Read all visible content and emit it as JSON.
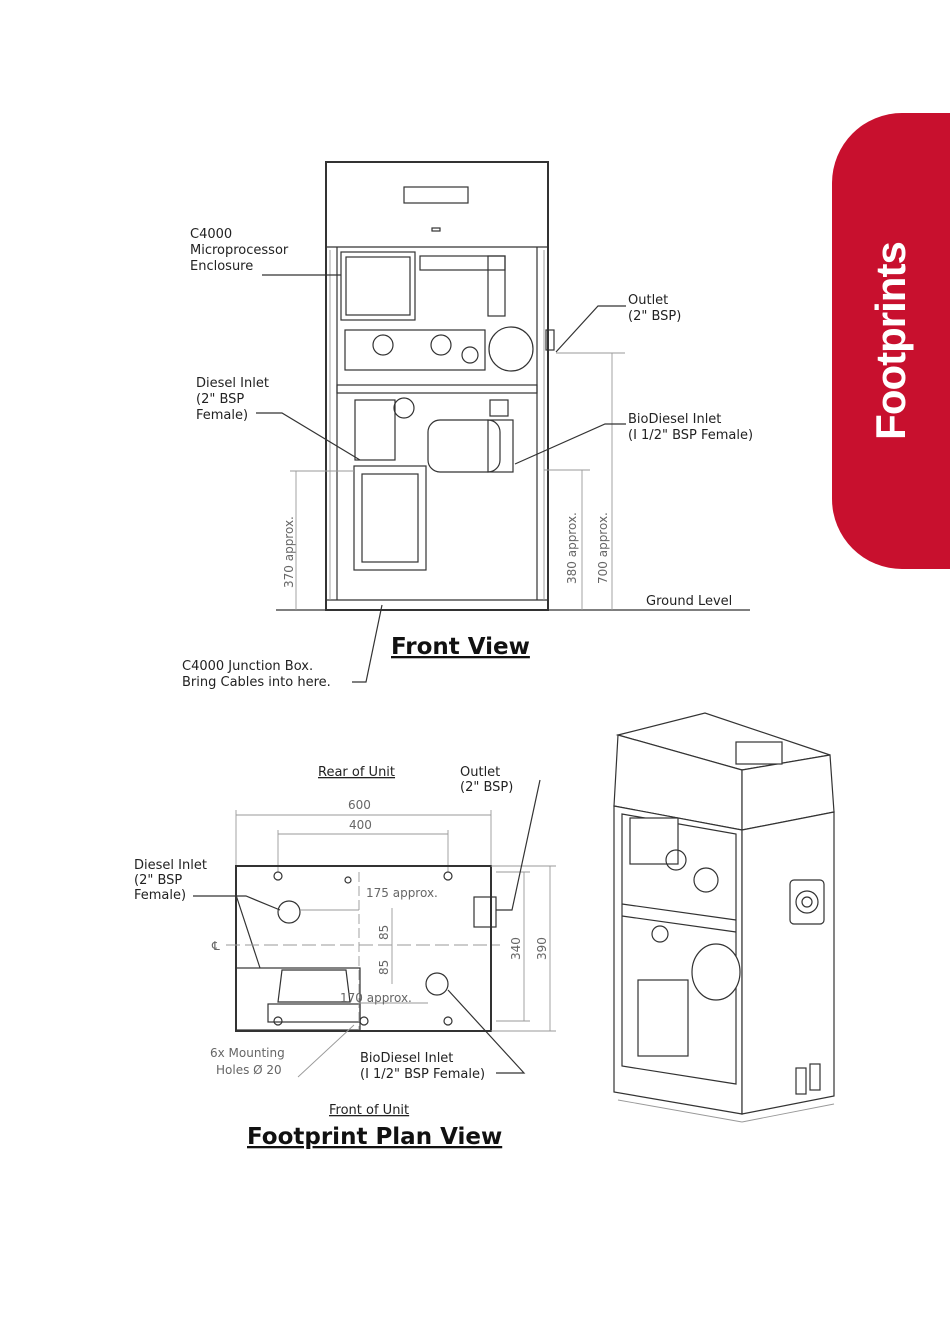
{
  "tab": {
    "label": "Footprints",
    "color": "#c8102e"
  },
  "front_view": {
    "title": "Front View",
    "labels": {
      "microprocessor": [
        "C4000",
        "Microprocessor",
        "Enclosure"
      ],
      "diesel_inlet": [
        "Diesel Inlet",
        "(2\" BSP",
        "Female)"
      ],
      "outlet": [
        "Outlet",
        "(2\" BSP)"
      ],
      "biodiesel_inlet": [
        "BioDiesel Inlet",
        "(I 1/2\" BSP Female)"
      ],
      "ground_level": "Ground Level",
      "junction_box": [
        "C4000 Junction Box.",
        "Bring Cables into here."
      ]
    },
    "dimensions": {
      "d370": "370 approx.",
      "d380": "380 approx.",
      "d700": "700 approx."
    }
  },
  "plan_view": {
    "title": "Footprint Plan View",
    "rear": "Rear of Unit",
    "front": "Front of Unit",
    "labels": {
      "outlet": [
        "Outlet",
        "(2\" BSP)"
      ],
      "diesel_inlet": [
        "Diesel Inlet",
        "(2\" BSP",
        "Female)"
      ],
      "biodiesel_inlet": [
        "BioDiesel Inlet",
        "(I 1/2\" BSP Female)"
      ],
      "mounting": [
        "6x Mounting",
        "Holes Ø 20"
      ]
    },
    "dimensions": {
      "d600": "600",
      "d400": "400",
      "d175": "175 approx.",
      "d85a": "85",
      "d85b": "85",
      "d170": "170 approx.",
      "d340": "340",
      "d390": "390",
      "centerline": "℄"
    }
  }
}
